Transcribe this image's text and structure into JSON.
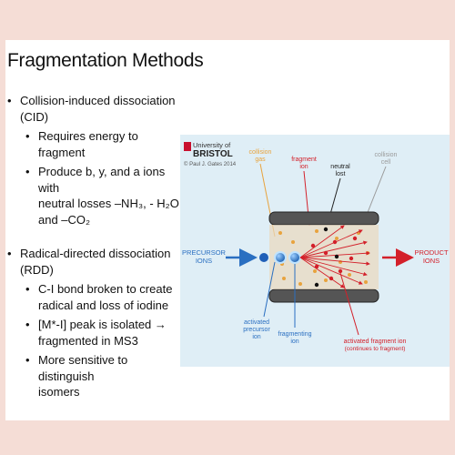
{
  "slide": {
    "title": "Fragmentation Methods",
    "cid": {
      "heading_line1": "Collision-induced dissociation",
      "heading_line2": "(CID)",
      "sub1": "Requires energy to fragment",
      "sub2_line1": "Produce b, y, and a ions with",
      "sub2_line2": "neutral losses –NH₃, - H₂O,",
      "sub2_line3": "and –CO₂"
    },
    "rdd": {
      "heading_line1": "Radical-directed dissociation",
      "heading_line2": "(RDD)",
      "sub1_line1": "C-I bond broken to create",
      "sub1_line2": "radical and loss of iodine",
      "sub2_line1": "[M*-I] peak is isolated →",
      "sub2_line2": "fragmented in MS3",
      "sub3_line1": "More sensitive to distinguish",
      "sub3_line2": "isomers"
    }
  },
  "figure": {
    "logo_line1": "University of",
    "logo_line2": "BRISTOL",
    "copyright": "© Paul J. Gates 2014",
    "label_collision_gas_1": "collision",
    "label_collision_gas_2": "gas",
    "label_fragment_ion_1": "fragment",
    "label_fragment_ion_2": "ion",
    "label_neutral_lost_1": "neutral",
    "label_neutral_lost_2": "lost",
    "label_collision_cell_1": "collision",
    "label_collision_cell_2": "cell",
    "label_precursor_1": "PRECURSOR",
    "label_precursor_2": "IONS",
    "label_product_1": "PRODUCT",
    "label_product_2": "IONS",
    "label_activated_precursor_1": "activated",
    "label_activated_precursor_2": "precursor",
    "label_activated_precursor_3": "ion",
    "label_fragmenting_ion_1": "fragmenting",
    "label_fragmenting_ion_2": "ion",
    "label_activated_fragment_1": "activated fragment ion",
    "label_activated_fragment_2": "(continues to fragment)",
    "colors": {
      "blue": "#2a6fc1",
      "red": "#d3202a",
      "orange": "#e8a33d",
      "grey": "#9a9a9a",
      "panel": "#dfeef6"
    }
  }
}
